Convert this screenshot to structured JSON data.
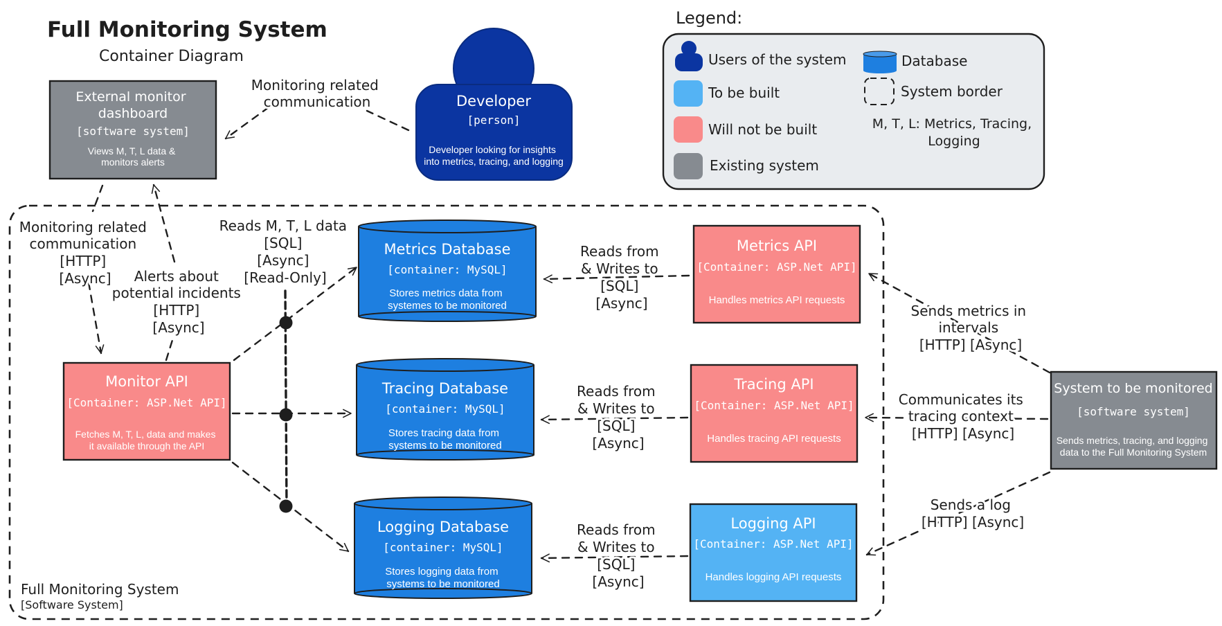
{
  "header": {
    "title": "Full Monitoring System",
    "subtitle": "Container Diagram"
  },
  "legend": {
    "title": "Legend:",
    "items": [
      {
        "label": "Users of the system",
        "color": "#0b35a1",
        "shape": "person"
      },
      {
        "label": "To be built",
        "color": "#54b3f4",
        "shape": "box"
      },
      {
        "label": "Will not be built",
        "color": "#f98a8a",
        "shape": "box"
      },
      {
        "label": "Existing system",
        "color": "#868b91",
        "shape": "box"
      },
      {
        "label": "Database",
        "color": "#1e7fe0",
        "shape": "cylinder"
      },
      {
        "label": "System border",
        "color": "#1e1e1e",
        "shape": "dashed-box"
      }
    ],
    "note": [
      "M, T, L: Metrics, Tracing,",
      "Logging"
    ]
  },
  "nodes": {
    "developer": {
      "title": "Developer",
      "type": "[person]",
      "desc": [
        "Developer looking for insights",
        "into metrics, tracing, and logging"
      ]
    },
    "external": {
      "title": [
        "External monitor",
        "dashboard"
      ],
      "type": "[software system]",
      "desc": [
        "Views M, T, L data &",
        "monitors alerts"
      ]
    },
    "monitor_api": {
      "title": "Monitor API",
      "type": "[Container: ASP.Net API]",
      "desc": [
        "Fetches M, T, L, data and makes",
        "it available through the API"
      ]
    },
    "metrics_db": {
      "title": "Metrics Database",
      "type": "[container: MySQL]",
      "desc": [
        "Stores metrics data from",
        "systemes to be monitored"
      ]
    },
    "tracing_db": {
      "title": "Tracing Database",
      "type": "[container: MySQL]",
      "desc": [
        "Stores tracing data from",
        "systems to be monitored"
      ]
    },
    "logging_db": {
      "title": "Logging Database",
      "type": "[container: MySQL]",
      "desc": [
        "Stores logging data from",
        "systems to be monitored"
      ]
    },
    "metrics_api": {
      "title": "Metrics API",
      "type": "[Container: ASP.Net API]",
      "desc": [
        "Handles metrics API requests"
      ]
    },
    "tracing_api": {
      "title": "Tracing API",
      "type": "[Container: ASP.Net API]",
      "desc": [
        "Handles tracing API requests"
      ]
    },
    "logging_api": {
      "title": "Logging API",
      "type": "[Container: ASP.Net API]",
      "desc": [
        "Handles logging API requests"
      ]
    },
    "monitored": {
      "title": "System to be monitored",
      "type": "[software system]",
      "desc": [
        "Sends metrics, tracing, and logging",
        "data to the Full Monitoring System"
      ]
    }
  },
  "boundary": {
    "title": "Full Monitoring System",
    "type": "[Software System]"
  },
  "edges": {
    "dev_to_ext": [
      "Monitoring related",
      "communication"
    ],
    "ext_to_monitor": [
      "Monitoring related",
      "communication",
      "[HTTP]",
      "[Async]"
    ],
    "monitor_to_ext": [
      "Alerts about",
      "potential incidents",
      "[HTTP]",
      "[Async]"
    ],
    "monitor_to_dbs": [
      "Reads M, T, L data",
      "[SQL]",
      "[Async]",
      "[Read-Only]"
    ],
    "metrics_api_db": [
      "Reads from",
      "& Writes to",
      "[SQL]",
      "[Async]"
    ],
    "tracing_api_db": [
      "Reads from",
      "& Writes to",
      "[SQL]",
      "[Async]"
    ],
    "logging_api_db": [
      "Reads from",
      "& Writes to",
      "[SQL]",
      "[Async]"
    ],
    "sys_to_metrics": [
      "Sends metrics in",
      "intervals",
      "[HTTP] [Async]"
    ],
    "sys_to_tracing": [
      "Communicates its",
      "tracing context",
      "[HTTP] [Async]"
    ],
    "sys_to_logging": [
      "Sends a log",
      "[HTTP] [Async]"
    ]
  }
}
